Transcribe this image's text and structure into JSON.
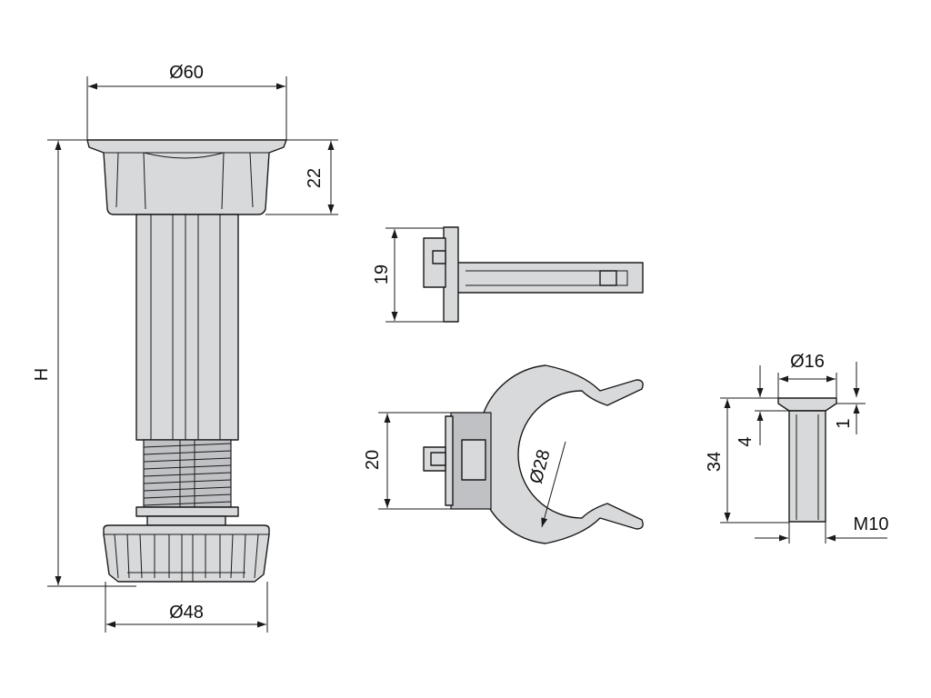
{
  "diagram": {
    "leg": {
      "top_diameter": "Ø60",
      "top_height": "22",
      "overall_height": "H",
      "base_diameter": "Ø48"
    },
    "plate": {
      "height": "19"
    },
    "clip": {
      "height": "20",
      "inner_diameter": "Ø28"
    },
    "screw": {
      "head_diameter": "Ø16",
      "head_height": "4",
      "head_offset": "1",
      "length": "34",
      "thread": "M10"
    }
  }
}
